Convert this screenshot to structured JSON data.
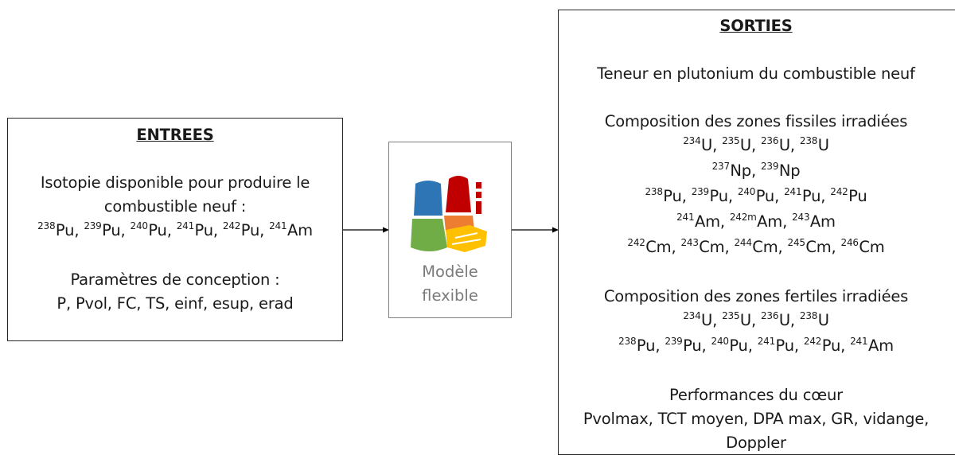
{
  "inputs": {
    "title": "ENTREES",
    "isotopes_heading": [
      "Isotopie disponible pour produire le",
      "combustible neuf :"
    ],
    "isotopes": [
      {
        "mass": "238",
        "el": "Pu"
      },
      {
        "mass": "239",
        "el": "Pu"
      },
      {
        "mass": "240",
        "el": "Pu"
      },
      {
        "mass": "241",
        "el": "Pu"
      },
      {
        "mass": "242",
        "el": "Pu"
      },
      {
        "mass": "241",
        "el": "Am"
      }
    ],
    "design_heading": "Paramètres de conception :",
    "design_params": "P, Pvol, FC, TS, einf, esup, erad"
  },
  "model": {
    "label_line1": "Modèle",
    "label_line2": "flexible",
    "icon": "factory-icon",
    "colors": {
      "blue": "#2e75b6",
      "red": "#c00000",
      "green": "#70ad47",
      "orange": "#ed7d31",
      "yellow": "#ffc000"
    }
  },
  "outputs": {
    "title": "SORTIES",
    "pu_content": "Teneur en plutonium du combustible neuf",
    "fissile_heading": "Composition des zones fissiles irradiées",
    "fissile_rows": [
      [
        {
          "mass": "234",
          "el": "U"
        },
        {
          "mass": "235",
          "el": "U"
        },
        {
          "mass": "236",
          "el": "U"
        },
        {
          "mass": "238",
          "el": "U"
        }
      ],
      [
        {
          "mass": "237",
          "el": "Np"
        },
        {
          "mass": "239",
          "el": "Np"
        }
      ],
      [
        {
          "mass": "238",
          "el": "Pu"
        },
        {
          "mass": "239",
          "el": "Pu"
        },
        {
          "mass": "240",
          "el": "Pu"
        },
        {
          "mass": "241",
          "el": "Pu"
        },
        {
          "mass": "242",
          "el": "Pu"
        }
      ],
      [
        {
          "mass": "241",
          "el": "Am"
        },
        {
          "mass": "242m",
          "el": "Am"
        },
        {
          "mass": "243",
          "el": "Am"
        }
      ],
      [
        {
          "mass": "242",
          "el": "Cm"
        },
        {
          "mass": "243",
          "el": "Cm"
        },
        {
          "mass": "244",
          "el": "Cm"
        },
        {
          "mass": "245",
          "el": "Cm"
        },
        {
          "mass": "246",
          "el": "Cm"
        }
      ]
    ],
    "fertile_heading": "Composition des zones fertiles irradiées",
    "fertile_rows": [
      [
        {
          "mass": "234",
          "el": "U"
        },
        {
          "mass": "235",
          "el": "U"
        },
        {
          "mass": "236",
          "el": "U"
        },
        {
          "mass": "238",
          "el": "U"
        }
      ],
      [
        {
          "mass": "238",
          "el": "Pu"
        },
        {
          "mass": "239",
          "el": "Pu"
        },
        {
          "mass": "240",
          "el": "Pu"
        },
        {
          "mass": "241",
          "el": "Pu"
        },
        {
          "mass": "242",
          "el": "Pu"
        },
        {
          "mass": "241",
          "el": "Am"
        }
      ]
    ],
    "performance_heading": "Performances du cœur",
    "performance_line1": "Pvolmax, TCT moyen, DPA max, GR, vidange,",
    "performance_line2": "Doppler"
  }
}
